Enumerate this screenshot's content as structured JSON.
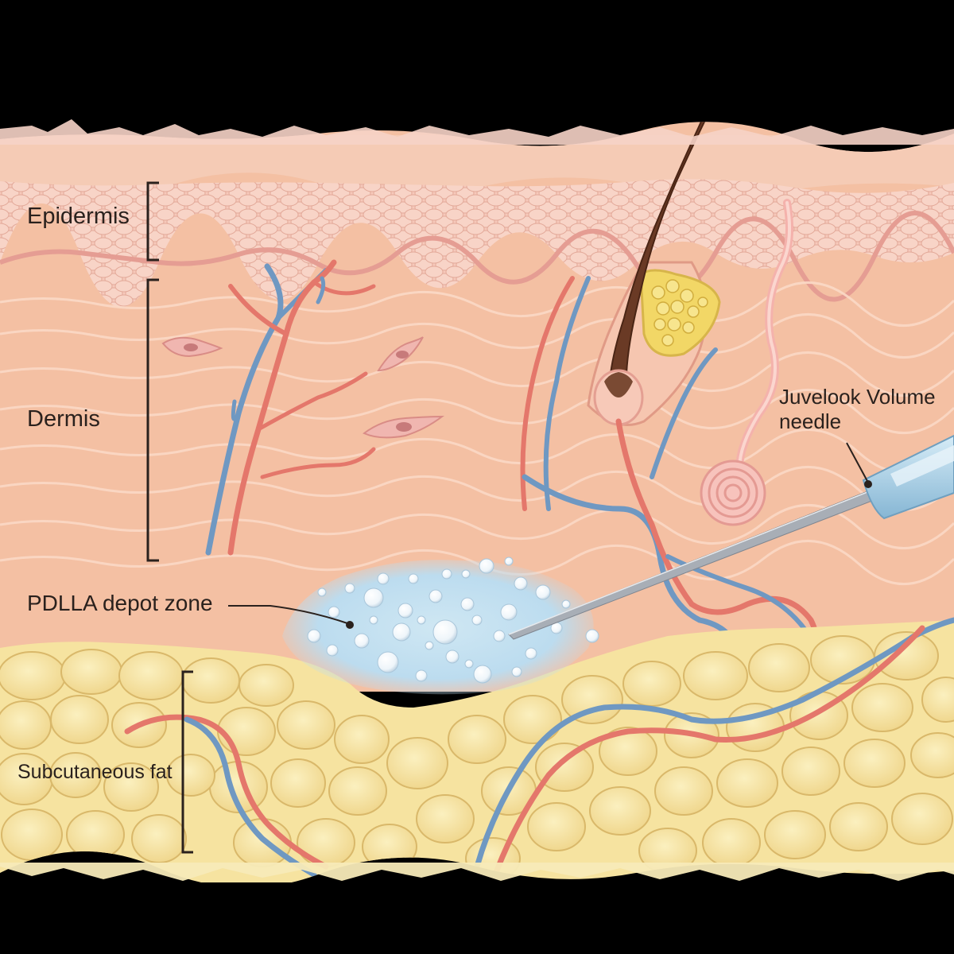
{
  "labels": {
    "epidermis": "Epidermis",
    "dermis": "Dermis",
    "pdlla": "PDLLA depot zone",
    "fat": "Subcutaneous fat",
    "needle_line1": "Juvelook Volume",
    "needle_line2": "needle"
  },
  "colors": {
    "background": "#000000",
    "epidermis": "#f3c2b2",
    "dermis": "#f4c0a3",
    "fat": "#f6e3a0",
    "fat_cell_edge": "#d9b86a",
    "artery": "#e4776b",
    "vein": "#6f98c2",
    "hair": "#6a3a25",
    "sebaceous": "#f2d766",
    "depot": "#bfdff0",
    "needle_hub": "#a9cfe6",
    "needle_shaft": "#a8aeb6",
    "text": "#2a211d"
  }
}
